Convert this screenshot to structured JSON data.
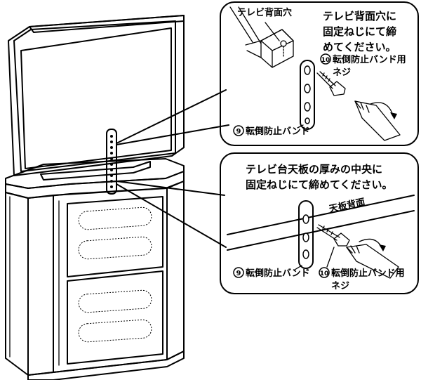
{
  "callout_top": {
    "hole_label": "テレビ背面穴",
    "instruction_line1": "テレビ背面穴に",
    "instruction_line2": "固定ねじにて締",
    "instruction_line3": "めてください。",
    "screw_number": "10",
    "screw_label_line1": "転倒防止バンド用",
    "screw_label_line2": "ネジ",
    "band_number": "9",
    "band_label": "転倒防止バンド"
  },
  "callout_bottom": {
    "instruction_line1": "テレビ台天板の厚みの中央に",
    "instruction_line2": "固定ねじにて締めてください。",
    "top_board_label": "天板背面",
    "band_number": "9",
    "band_label": "転倒防止バンド",
    "screw_number": "10",
    "screw_label_line1": "転倒防止バンド用",
    "screw_label_line2": "ネジ"
  }
}
